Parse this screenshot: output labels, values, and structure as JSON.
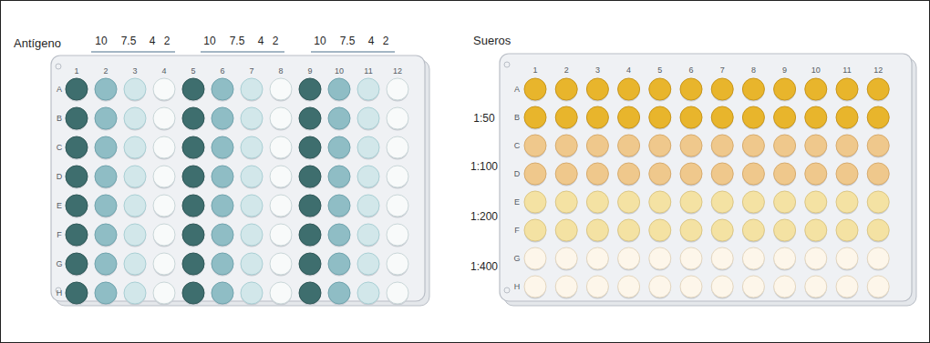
{
  "diagram": {
    "nodes": [
      {
        "text": [
          "1",
          "2",
          "3",
          "4",
          "5",
          "6",
          "7",
          "8",
          "9",
          "10",
          "11",
          "12",
          "A",
          "B",
          "C",
          "D",
          "E",
          "F",
          "G",
          "H"
        ]
      },
      {
        "text": [
          "1",
          "2",
          "3",
          "4",
          "5",
          "6",
          "7",
          "8",
          "9",
          "10",
          "11",
          "12",
          "A",
          "B",
          "C",
          "D",
          "E",
          "F",
          "G",
          "H"
        ]
      }
    ],
    "labels": [
      "Antígeno",
      "10",
      "7.5",
      "4",
      "2",
      "10",
      "7.5",
      "4",
      "2",
      "10",
      "7.5",
      "4",
      "2",
      "Sueros",
      "1:50",
      "1:100",
      "1:200",
      "1:400"
    ]
  }
}
